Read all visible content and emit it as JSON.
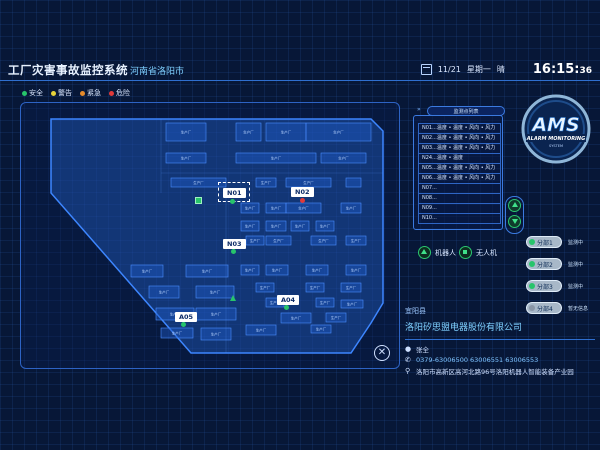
{
  "header": {
    "title": "工厂灾害事故监控系统",
    "subtitle": "河南省洛阳市",
    "date": "11/21",
    "weekday": "星期一",
    "weather": "晴",
    "time": "16:15",
    "seconds": "36"
  },
  "legend": [
    {
      "label": "安全",
      "color": "#27c46b"
    },
    {
      "label": "警告",
      "color": "#e6d23a"
    },
    {
      "label": "紧急",
      "color": "#e58a2a"
    },
    {
      "label": "危险",
      "color": "#e03a3a"
    }
  ],
  "map": {
    "markers": [
      {
        "id": "N01",
        "status_color": "#27c46b",
        "selected": true
      },
      {
        "id": "N02",
        "status_color": "#e03a3a",
        "selected": false
      },
      {
        "id": "N03",
        "status_color": "#27c46b",
        "selected": false
      },
      {
        "id": "A04",
        "status_color": "#27c46b",
        "selected": false
      },
      {
        "id": "A05",
        "status_color": "#27c46b",
        "selected": false
      }
    ],
    "building_label": "生产厂"
  },
  "monitor_panel": {
    "head": "监测点列表",
    "rows": [
      "N01...温度 • 温度 • 风向 • 风力",
      "N02...温度 • 温度 • 风向 • 风力",
      "N03...温度 • 温度 • 风向 • 风力",
      "N24...温度 • 温度",
      "N05...温度 • 温度 • 风向 • 风力",
      "N06...温度 • 温度 • 风向 • 风力",
      "N07...",
      "N08...",
      "N09...",
      "N10..."
    ]
  },
  "toggles": {
    "robot": "机器人",
    "drone": "无人机"
  },
  "logo": {
    "main": "AMS",
    "line": "ALARM MONITORING",
    "sub": "SYSTEM"
  },
  "branches": [
    {
      "label": "分部1",
      "status": "监测中",
      "color": "#27c46b"
    },
    {
      "label": "分部2",
      "status": "监测中",
      "color": "#27c46b"
    },
    {
      "label": "分部3",
      "status": "监测中",
      "color": "#27c46b"
    },
    {
      "label": "分部4",
      "status": "暂无信息",
      "color": "#8a96a6"
    }
  ],
  "info": {
    "region": "宜阳县",
    "company": "洛阳矽思盟电器股份有限公司",
    "contact": "张全",
    "phone": "0379-63006500 63006551 63006553",
    "address": "洛阳市高新区高河北路96号洛阳机器人智能装备产业园"
  }
}
